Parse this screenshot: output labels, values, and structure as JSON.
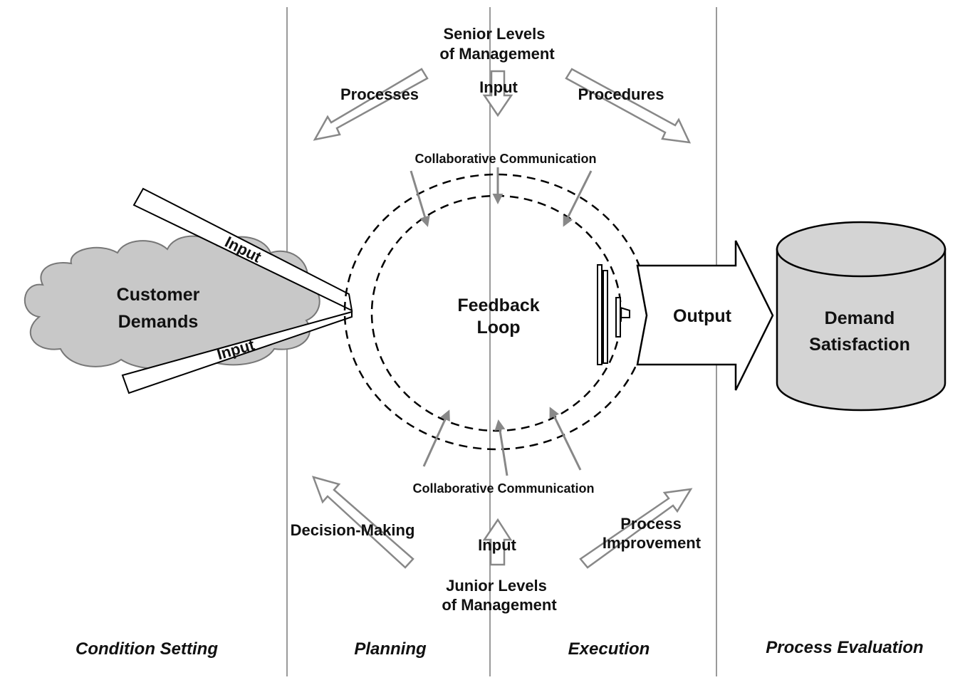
{
  "top": {
    "senior_line1": "Senior Levels",
    "senior_line2": "of Management",
    "processes": "Processes",
    "input": "Input",
    "procedures": "Procedures",
    "collab": "Collaborative Communication"
  },
  "left": {
    "customer_line1": "Customer",
    "customer_line2": "Demands",
    "input_upper": "Input",
    "input_lower": "Input"
  },
  "center": {
    "feedback_line1": "Feedback",
    "feedback_line2": "Loop"
  },
  "right": {
    "output": "Output",
    "demand_line1": "Demand",
    "demand_line2": "Satisfaction"
  },
  "bottom": {
    "collab": "Collaborative Communication",
    "decision": "Decision-Making",
    "input": "Input",
    "process_line1": "Process",
    "process_line2": "Improvement",
    "junior_line1": "Junior Levels",
    "junior_line2": "of Management"
  },
  "phases": [
    "Condition Setting",
    "Planning",
    "Execution",
    "Process Evaluation"
  ],
  "colors": {
    "cloud_fill": "#c8c8c8",
    "cylinder_fill": "#d4d4d4",
    "arrow_gray": "#888888",
    "divider": "#9a9a9a"
  }
}
